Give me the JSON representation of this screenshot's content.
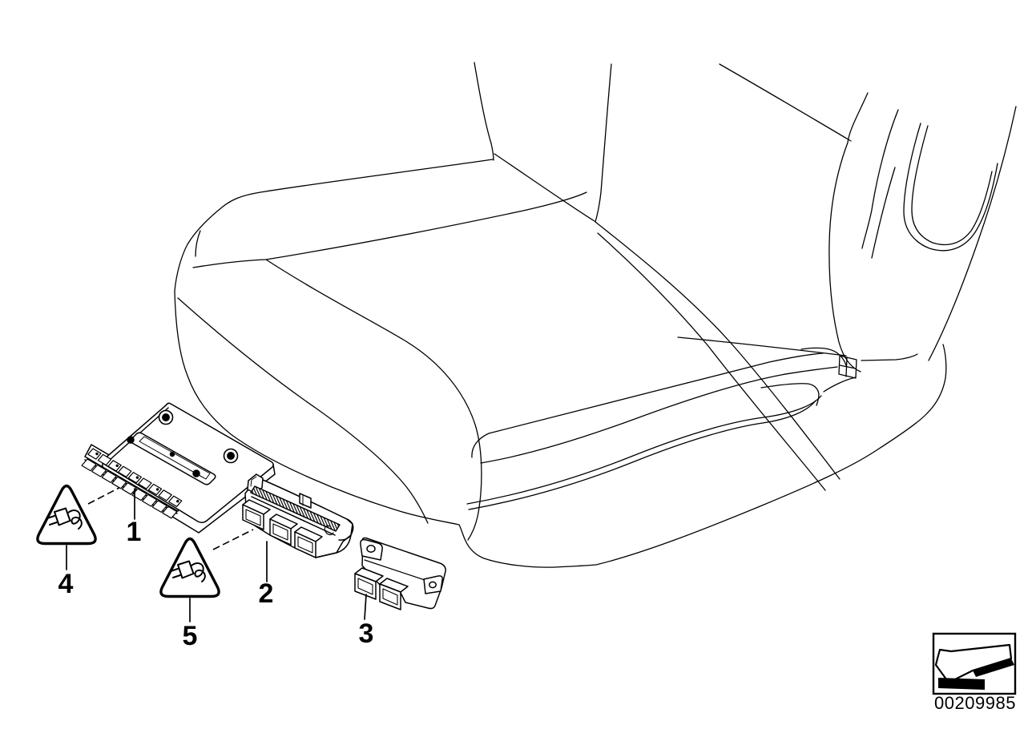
{
  "page": {
    "background_color": "#ffffff",
    "line_color": "#000000",
    "drawing": "front-seat-line-art-with-control-modules"
  },
  "callouts": [
    {
      "label": "1",
      "points_to": "seat-control-module-large"
    },
    {
      "label": "2",
      "points_to": "seat-control-module-long-connector"
    },
    {
      "label": "3",
      "points_to": "seat-control-module-small"
    },
    {
      "label": "4",
      "points_to": "warning-triangle-left"
    },
    {
      "label": "5",
      "points_to": "warning-triangle-right"
    }
  ],
  "warning_triangles": [
    {
      "callout": "4",
      "icon": "electric-plug-warning-triangle-icon"
    },
    {
      "callout": "5",
      "icon": "electric-plug-warning-triangle-icon"
    }
  ],
  "stamp": {
    "image_id": "00209985",
    "icon": "corner-arrow-down-left-icon"
  }
}
